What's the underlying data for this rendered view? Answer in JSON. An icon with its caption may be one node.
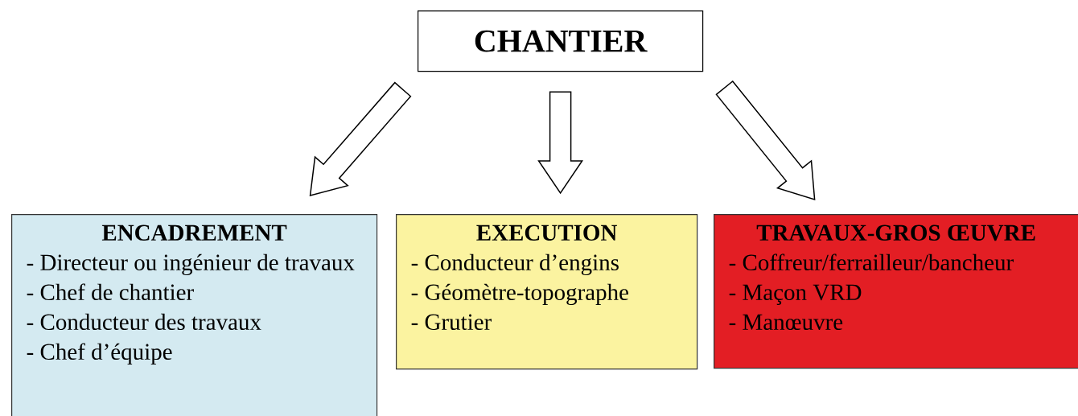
{
  "diagram": {
    "nodes": [
      {
        "text": [
          "CHANTIER"
        ]
      },
      {
        "text": [
          "ENCADREMENT",
          "- Directeur ou ingénieur de travaux",
          "- Chef de chantier",
          "- Conducteur des travaux",
          "- Chef d’équipe"
        ]
      },
      {
        "text": [
          "EXECUTION",
          "- Conducteur d’engins",
          "- Géomètre-topographe",
          "- Grutier"
        ]
      },
      {
        "text": [
          "TRAVAUX-GROS ŒUVRE",
          "- Coffreur/ferrailleur/bancheur",
          "- Maçon VRD",
          "- Manœuvre"
        ]
      }
    ],
    "edges": [
      {
        "from": 0,
        "to": 1,
        "arrow": "to"
      },
      {
        "from": 0,
        "to": 2,
        "arrow": "to"
      },
      {
        "from": 0,
        "to": 3,
        "arrow": "to"
      }
    ]
  }
}
